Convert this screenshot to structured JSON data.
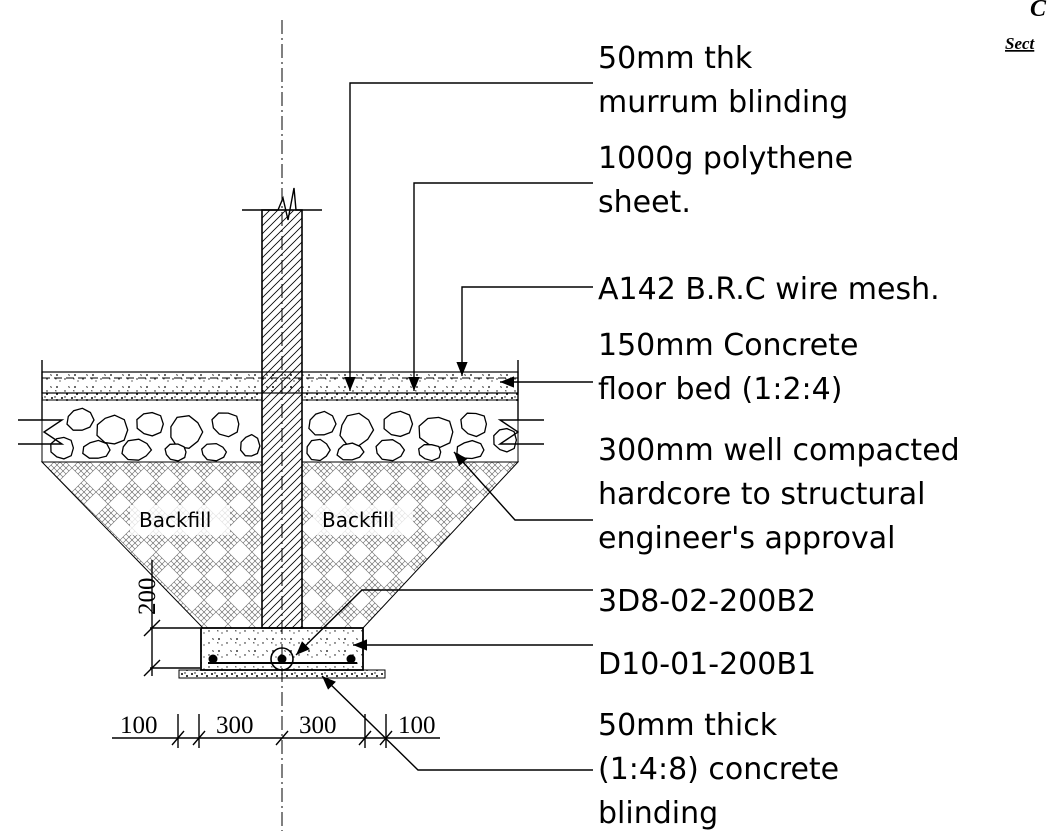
{
  "corner_title": {
    "line1": "C",
    "line2": "Sect"
  },
  "fill_labels": {
    "left": "Backfill",
    "right": "Backfill"
  },
  "annotations": [
    {
      "id": "murrum",
      "lines": [
        "50mm thk",
        "murrum blinding"
      ]
    },
    {
      "id": "polythene",
      "lines": [
        "1000g polythene",
        "sheet."
      ]
    },
    {
      "id": "mesh",
      "lines": [
        "A142 B.R.C wire mesh."
      ]
    },
    {
      "id": "floor-bed",
      "lines": [
        "150mm Concrete",
        "floor bed (1:2:4)"
      ]
    },
    {
      "id": "hardcore",
      "lines": [
        "300mm well compacted",
        "hardcore to structural",
        "engineer's approval"
      ]
    },
    {
      "id": "top-bars",
      "lines": [
        "3D8-02-200B2"
      ]
    },
    {
      "id": "bottom-bars",
      "lines": [
        "D10-01-200B1"
      ]
    },
    {
      "id": "blinding",
      "lines": [
        "50mm thick",
        "(1:4:8) concrete",
        "blinding"
      ]
    }
  ],
  "dimensions": {
    "footing_depth": "200",
    "horizontal": [
      "100",
      "300",
      "300",
      "100"
    ]
  }
}
